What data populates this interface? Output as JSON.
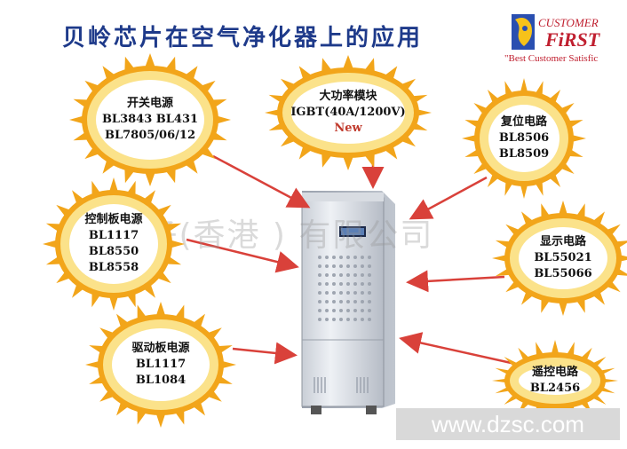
{
  "title": "贝岭芯片在空气净化器上的应用",
  "logo": {
    "word_top": "CUSTOMER",
    "word_bottom": "FiRST",
    "tagline": "\"Best Customer Satisfic"
  },
  "watermark": "中 电子(香港 ) 有限公司",
  "site": "www.dzsc.com",
  "colors": {
    "title": "#1e3a8a",
    "arrow": "#d9413a",
    "sun_fill": "#fbe28a",
    "sun_edge": "#f2a51a"
  },
  "suns": [
    {
      "name": "sun-switch-power",
      "label": "开关电源",
      "lines": [
        "BL3843 BL431",
        "BL7805/06/12"
      ],
      "new": ""
    },
    {
      "name": "sun-igbt-module",
      "label": "大功率模块",
      "lines": [
        "IGBT(40A/1200V)"
      ],
      "new": "New"
    },
    {
      "name": "sun-reset-circuit",
      "label": "复位电路",
      "lines": [
        "BL8506",
        "BL8509"
      ],
      "new": ""
    },
    {
      "name": "sun-control-board-power",
      "label": "控制板电源",
      "lines": [
        "BL1117",
        "BL8550",
        "BL8558"
      ],
      "new": ""
    },
    {
      "name": "sun-display-circuit",
      "label": "显示电路",
      "lines": [
        "BL55021",
        "BL55066"
      ],
      "new": ""
    },
    {
      "name": "sun-driver-board-power",
      "label": "驱动板电源",
      "lines": [
        "BL1117",
        "BL1084"
      ],
      "new": ""
    },
    {
      "name": "sun-remote-control-circuit",
      "label": "遥控电路",
      "lines": [
        "BL2456"
      ],
      "new": ""
    }
  ]
}
